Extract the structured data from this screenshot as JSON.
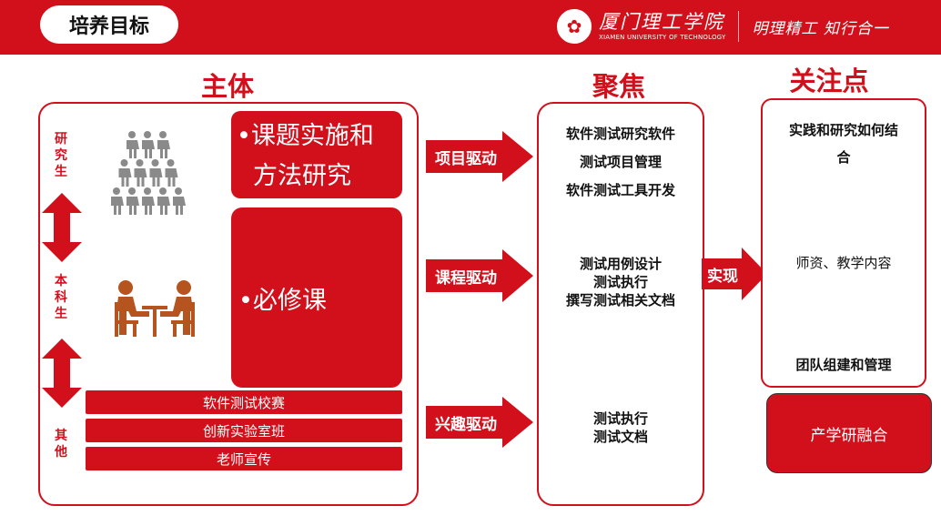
{
  "header": {
    "title": "培养目标",
    "university_cn": "厦门理工学院",
    "university_en": "XIAMEN UNIVERSITY OF TECHNOLOGY",
    "motto": "明理精工 知行合一",
    "brand_color": "#d2101c"
  },
  "headings": {
    "subject": "主体",
    "focus": "聚焦",
    "attention": "关注点"
  },
  "roles": {
    "graduate": "研究生",
    "undergraduate": "本科生",
    "other": "其他"
  },
  "subject_boxes": {
    "research_line1": "•课题实施和",
    "research_line2": "方法研究",
    "required": "•必修课",
    "bars": [
      "软件测试校赛",
      "创新实验室班",
      "老师宣传"
    ]
  },
  "drivers": {
    "project": "项目驱动",
    "course": "课程驱动",
    "interest": "兴趣驱动",
    "realize": "实现"
  },
  "focus": {
    "group1": [
      "软件测试研究软件",
      "测试项目管理",
      "软件测试工具开发"
    ],
    "group2": [
      "测试用例设计",
      "测试执行",
      "撰写测试相关文档"
    ],
    "group3": [
      "测试执行",
      "测试文档"
    ]
  },
  "attention": {
    "item1_line1": "实践和研究如何结",
    "item1_line2": "合",
    "item2": "师资、教学内容",
    "item3": "团队组建和管理",
    "industry": "产学研融合"
  },
  "icons": {
    "people_pyramid": "people-pyramid-icon",
    "meeting": "meeting-icon",
    "double_arrow": "double-arrow-icon"
  },
  "colors": {
    "people_gray": "#8a8a8a",
    "meeting_brown": "#b5541e"
  }
}
